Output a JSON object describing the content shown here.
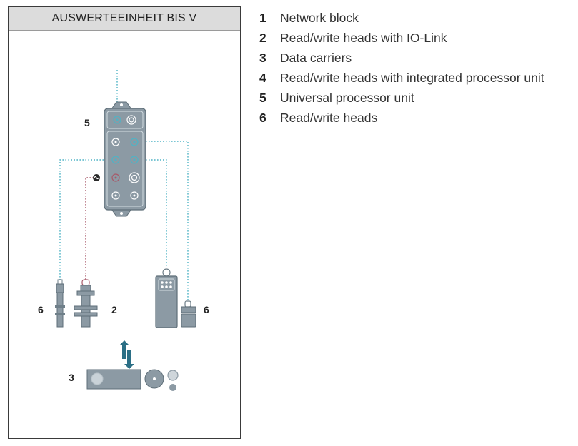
{
  "panel": {
    "title": "AUSWERTEEINHEIT BIS V",
    "callouts": {
      "network_unit": "5",
      "head_left": "6",
      "head_io_link": "2",
      "head_right": "6",
      "carriers": "3"
    }
  },
  "legend": {
    "items": [
      {
        "num": "1",
        "label": "Network block"
      },
      {
        "num": "2",
        "label": "Read/write heads with IO-Link"
      },
      {
        "num": "3",
        "label": "Data carriers"
      },
      {
        "num": "4",
        "label": "Read/write heads with integrated processor unit"
      },
      {
        "num": "5",
        "label": "Universal processor unit"
      },
      {
        "num": "6",
        "label": "Read/write heads"
      }
    ]
  },
  "colors": {
    "device_fill": "#8c9aa4",
    "device_stroke": "#5e6e78",
    "cable_cyan": "#4fb3c5",
    "cable_red": "#a85a6a",
    "carrier_fill": "#8c9aa4",
    "arrow_fill": "#2b6f86"
  }
}
